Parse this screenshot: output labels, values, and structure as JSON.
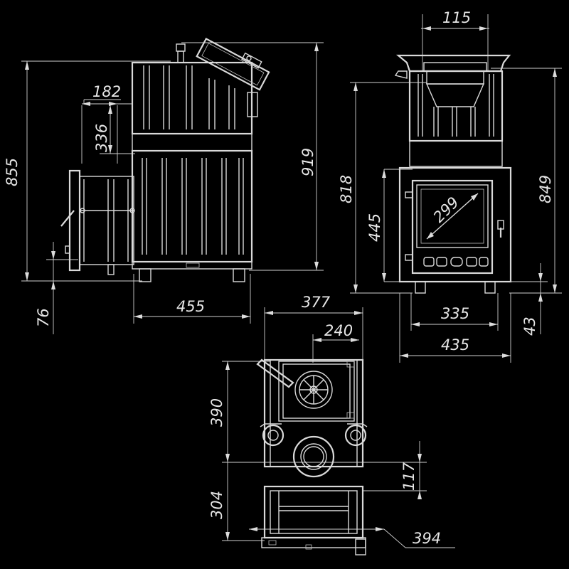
{
  "dimensions": {
    "side_height_total": "855",
    "side_height_hood": "919",
    "side_tank_depth": "182",
    "side_tank_height": "336",
    "side_width": "455",
    "side_leg_height": "76",
    "top_flue_width": "115",
    "front_height_818": "818",
    "front_height_849": "849",
    "front_door_height": "445",
    "front_glass_diag": "299",
    "front_base_width": "335",
    "front_leg_height": "43",
    "front_total_width": "435",
    "plan_depth": "377",
    "plan_firebox_width": "240",
    "plan_firebox_depth": "390",
    "plan_ash_depth": "304",
    "plan_flue_offset": "117",
    "plan_total_width": "394"
  }
}
